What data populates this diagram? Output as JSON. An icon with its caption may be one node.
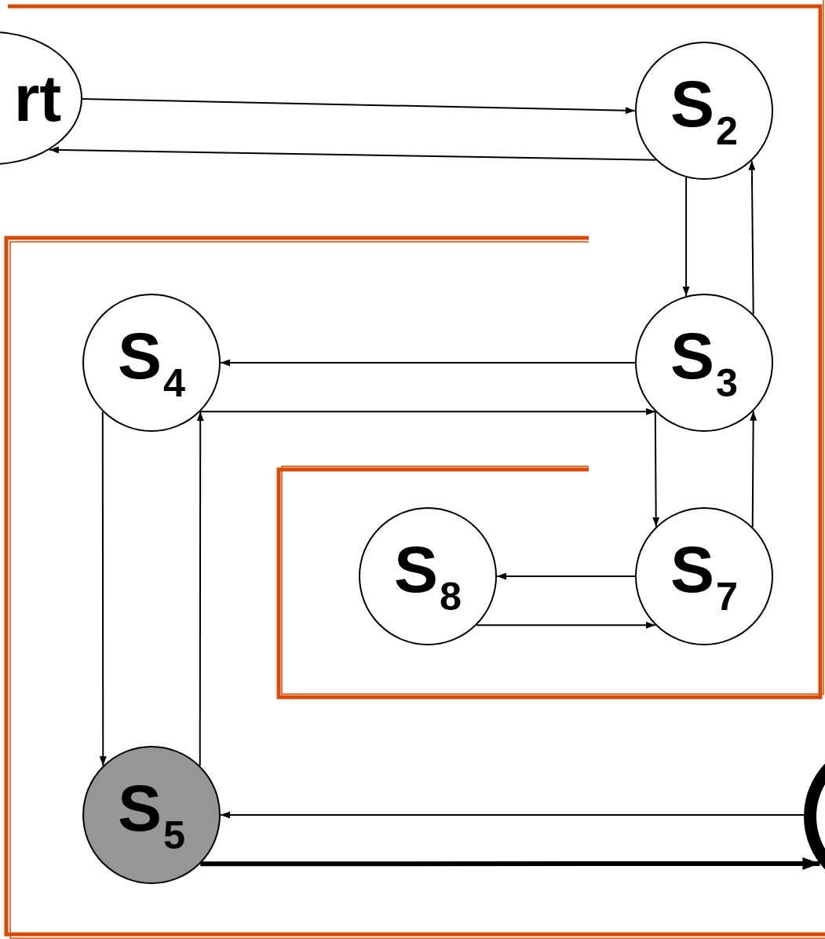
{
  "diagram": {
    "nodes": [
      {
        "text": [
          "rt"
        ]
      },
      {
        "text": [
          "S$_{2}$"
        ]
      },
      {
        "text": [
          "S$_{4}$"
        ]
      },
      {
        "text": [
          "S$_{3}$"
        ]
      },
      {
        "text": [
          "S$_{8}$"
        ]
      },
      {
        "text": [
          "S$_{7}$"
        ]
      },
      {
        "text": [
          "S$_{5}$"
        ]
      },
      {
        "text": [],
        "shape": "circle"
      }
    ],
    "edges": [
      {
        "from": 0,
        "to": 1,
        "arrow": "to"
      },
      {
        "from": 1,
        "to": 0,
        "arrow": "to"
      },
      {
        "from": 1,
        "to": 3,
        "arrow": "to"
      },
      {
        "from": 3,
        "to": 1,
        "arrow": "to"
      },
      {
        "from": 3,
        "to": 2,
        "arrow": "to"
      },
      {
        "from": 2,
        "to": 3,
        "arrow": "to"
      },
      {
        "from": 3,
        "to": 5,
        "arrow": "to"
      },
      {
        "from": 5,
        "to": 3,
        "arrow": "to"
      },
      {
        "from": 5,
        "to": 4,
        "arrow": "to"
      },
      {
        "from": 4,
        "to": 5,
        "arrow": "to"
      },
      {
        "from": 2,
        "to": 6,
        "arrow": "to"
      },
      {
        "from": 6,
        "to": 2,
        "arrow": "to"
      },
      {
        "from": 7,
        "to": 6,
        "arrow": "to"
      },
      {
        "from": 6,
        "to": 7,
        "arrow": "to",
        "style": "thick"
      }
    ]
  }
}
